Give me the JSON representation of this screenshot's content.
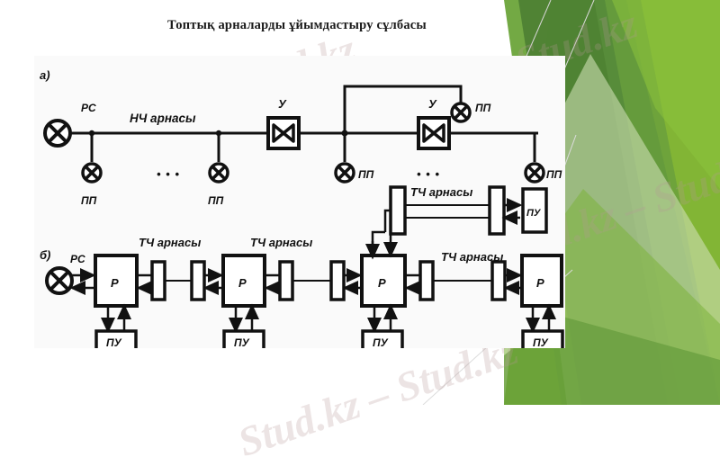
{
  "slide": {
    "title": "Топтық арналарды ұйымдастыру сұлбасы",
    "background_color": "#ffffff",
    "accent_colors": {
      "green_dark": "#4d8033",
      "green_mid": "#5e9440",
      "green_bright": "#82b535",
      "green_light": "#cfe0b4",
      "green_pale": "#e4eed6"
    }
  },
  "watermarks": {
    "text": "Stud.kz",
    "text_dash": "Stud.kz – Stud.kz",
    "color": "#b69696"
  },
  "diagram": {
    "caption_a": "а)",
    "caption_b": "б)",
    "rows": [
      {
        "id": "row-a",
        "label": "а)",
        "source_label": "РС",
        "channel_label": "НЧ арнасы",
        "amplifier_label": "У",
        "terminal_label": "ПП",
        "ellipsis": "• • •",
        "nodes": [
          {
            "type": "mixer",
            "name": "РС"
          },
          {
            "type": "drop",
            "name": "ПП"
          },
          {
            "type": "ellipsis",
            "name": "• • •"
          },
          {
            "type": "drop",
            "name": "ПП"
          },
          {
            "type": "amplifier",
            "name": "У"
          },
          {
            "type": "drop",
            "name": "ПП"
          },
          {
            "type": "branch-up",
            "name": "ПП"
          },
          {
            "type": "ellipsis",
            "name": "• • •"
          },
          {
            "type": "amplifier",
            "name": "У"
          },
          {
            "type": "drop",
            "name": "ПП"
          }
        ]
      },
      {
        "id": "row-b",
        "label": "б)",
        "source_label": "РС",
        "channel_label": "ТЧ арнасы",
        "repeater_label": "Р",
        "terminal_label": "ПУ",
        "segments": [
          {
            "channel": "ТЧ арнасы",
            "repeater": "Р",
            "terminal": "ПУ"
          },
          {
            "channel": "ТЧ арнасы",
            "repeater": "Р",
            "terminal": "ПУ"
          },
          {
            "channel": "ТЧ арнасы",
            "repeater": "Р",
            "terminal": "ПУ"
          },
          {
            "channel": "ТЧ арнасы",
            "repeater": "Р",
            "terminal": "ПУ"
          }
        ],
        "branch": {
          "channel": "ТЧ арнасы",
          "terminal": "ПУ"
        }
      }
    ],
    "labels": {
      "rs": "РС",
      "nch_channel": "НЧ арнасы",
      "tch_channel": "ТЧ арнасы",
      "amplifier": "У",
      "repeater": "Р",
      "pp": "ПП",
      "pu": "ПУ",
      "ellipsis": "• • •"
    }
  }
}
